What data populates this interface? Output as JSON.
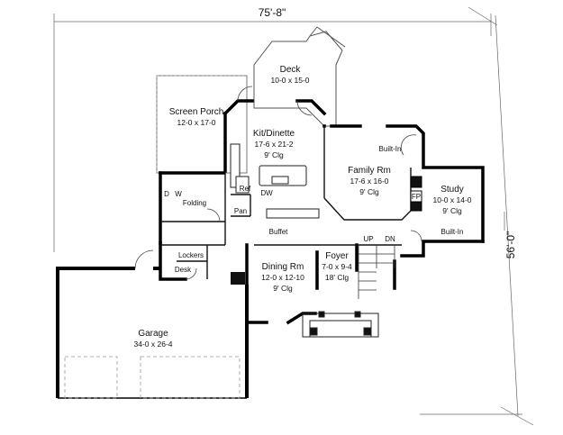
{
  "dimensions": {
    "width": "75'-8\"",
    "depth": "56'-0\""
  },
  "rooms": {
    "deck": {
      "name": "Deck",
      "size": "10-0 x 15-0"
    },
    "porch": {
      "name": "Screen Porch",
      "size": "12-0 x 17-0"
    },
    "kitchen": {
      "name": "Kit/Dinette",
      "size": "17-6 x 21-2",
      "ceiling": "9' Clg"
    },
    "family": {
      "name": "Family Rm",
      "size": "17-6 x 16-0",
      "ceiling": "9' Clg"
    },
    "study": {
      "name": "Study",
      "size": "10-0 x 14-0",
      "ceiling": "9' Clg"
    },
    "dining": {
      "name": "Dining Rm",
      "size": "12-0 x 12-10",
      "ceiling": "9' Clg"
    },
    "foyer": {
      "name": "Foyer",
      "size": "7-0 x 9-4",
      "ceiling": "18' Clg"
    },
    "garage": {
      "name": "Garage",
      "size": "34-0 x 26-4"
    }
  },
  "labels": {
    "built_in_family": "Built-In",
    "built_in_study": "Built-In",
    "fp": "FP",
    "ref": "Ref",
    "dw": "DW",
    "pan": "Pan",
    "d": "D",
    "w": "W",
    "folding": "Folding",
    "buffet": "Buffet",
    "lockers": "Lockers",
    "desk": "Desk",
    "up": "UP",
    "dn": "DN"
  }
}
